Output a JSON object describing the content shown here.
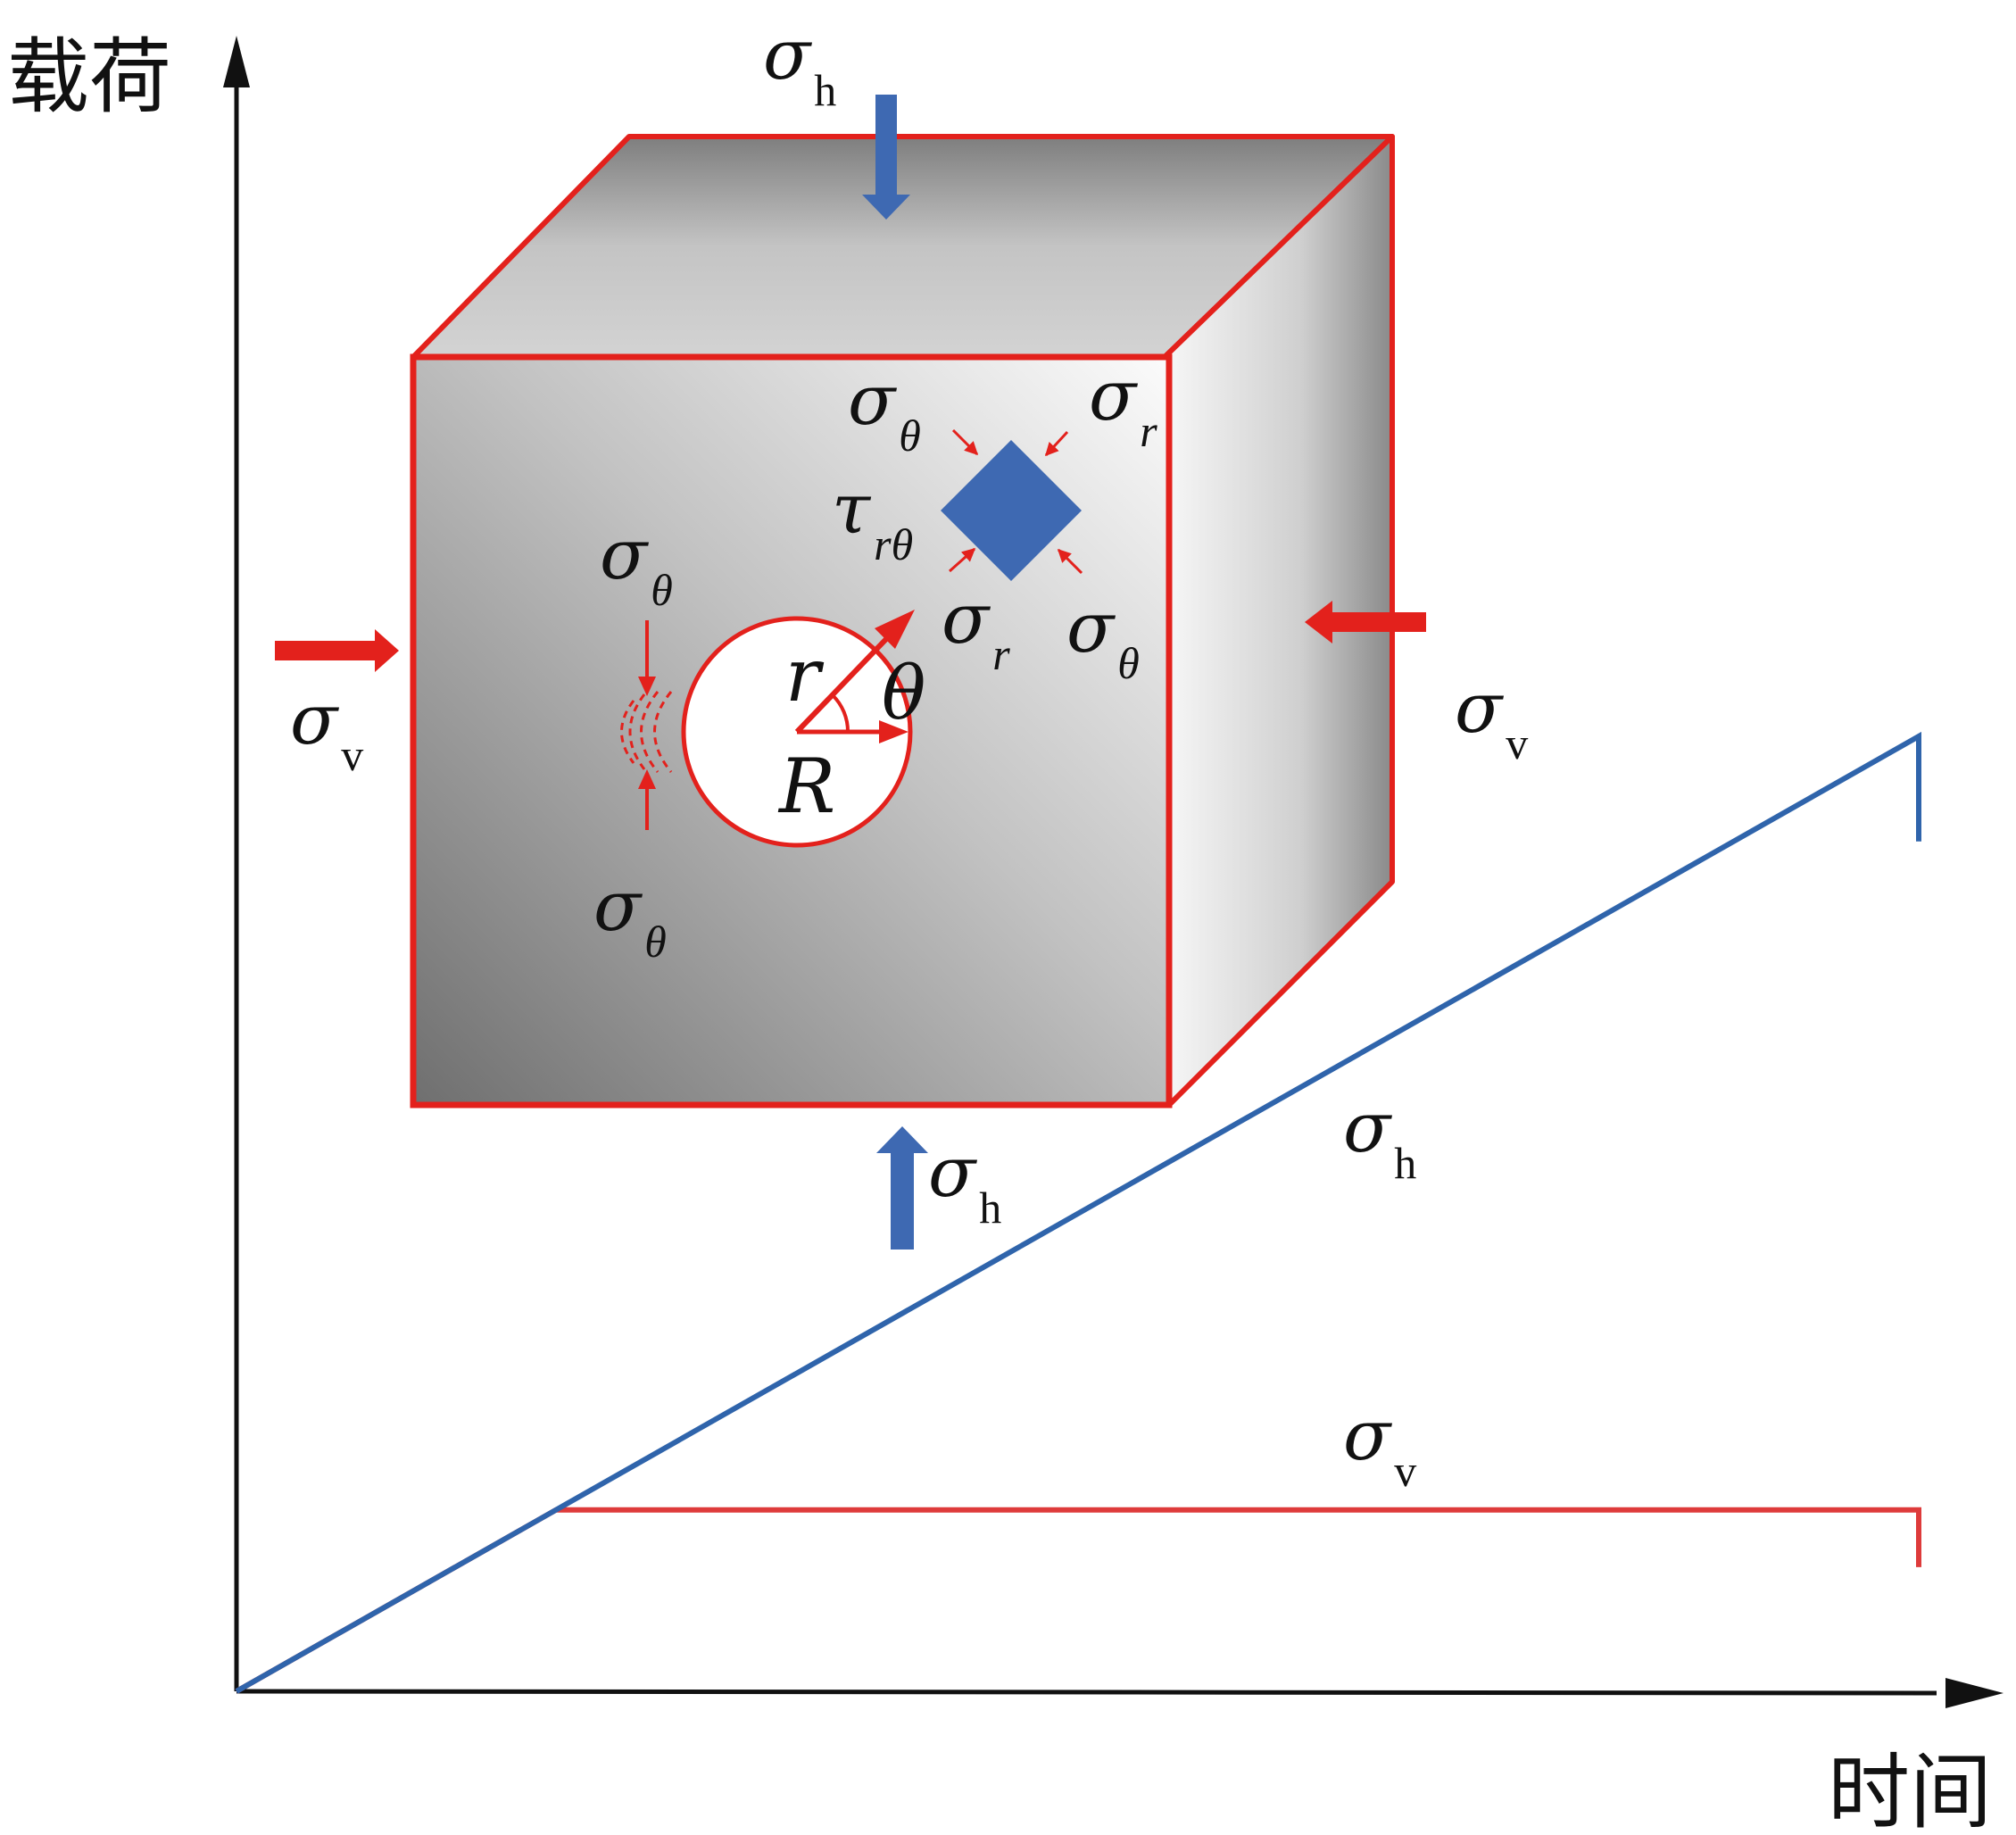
{
  "axes": {
    "y_label": "载荷",
    "x_label": "时间"
  },
  "symbols": {
    "sigma": "σ",
    "tau": "τ",
    "theta": "θ",
    "r": "r",
    "R": "R",
    "sub_h": "h",
    "sub_v": "v",
    "sub_r": "r",
    "sub_theta": "θ",
    "sub_rtheta": "rθ"
  },
  "colors": {
    "red": "#e3211c",
    "blue": "#3e69b2",
    "axis": "#111111",
    "line_red": "#de3b3b",
    "line_blue": "#2f64ab"
  },
  "chart_data": {
    "type": "line",
    "xlabel": "时间",
    "ylabel": "载荷",
    "series": [
      {
        "name": "σh",
        "points": [
          [
            0,
            0
          ],
          [
            0.19,
            0.19
          ],
          [
            1.0,
            1.0
          ],
          [
            1.0,
            0.89
          ]
        ]
      },
      {
        "name": "σv",
        "points": [
          [
            0,
            0
          ],
          [
            0.19,
            0.19
          ],
          [
            1.0,
            0.19
          ],
          [
            1.0,
            0.13
          ]
        ]
      }
    ]
  }
}
